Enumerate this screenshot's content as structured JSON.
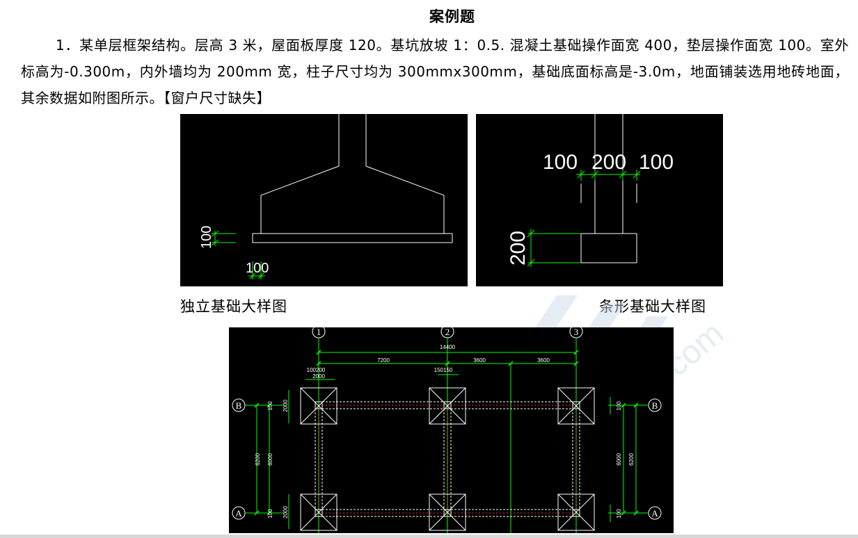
{
  "document": {
    "title": "案例题",
    "paragraph": "1．某单层框架结构。层高 3 米，屋面板厚度 120。基坑放坡 1：0.5. 混凝土基础操作面宽 400，垫层操作面宽 100。室外标高为-0.300m，内外墙均为 200mm 宽，柱子尺寸均为 300mmx300mm，基础底面标高是-3.0m，地面铺装选用地砖地面，其余数据如附图所示。【窗户尺寸缺失】"
  },
  "figures": {
    "isolated_footing": {
      "caption": "独立基础大样图",
      "dim_vertical": "100",
      "dim_horizontal": "100"
    },
    "strip_footing": {
      "caption": "条形基础大样图",
      "dims_top": [
        "100",
        "200",
        "100"
      ],
      "dim_left": "200"
    },
    "plan": {
      "axes_x": [
        "1",
        "2",
        "3"
      ],
      "axes_y": [
        "B",
        "A"
      ],
      "total_width": "14400",
      "spans": [
        "7200",
        "3600",
        "3600"
      ],
      "small_top_left": "100200",
      "small_top_left_2": "2000",
      "small_top_mid": "150150",
      "left_dims": [
        "2000",
        "100",
        "6000",
        "6200",
        "100",
        "2000"
      ],
      "right_dims": [
        "100",
        "6000",
        "6200",
        "100"
      ]
    }
  },
  "colors": {
    "cad_background": "#000000",
    "dim_green": "#00ff00",
    "line_white": "#ffffff",
    "beam_red": "#ff3333"
  }
}
